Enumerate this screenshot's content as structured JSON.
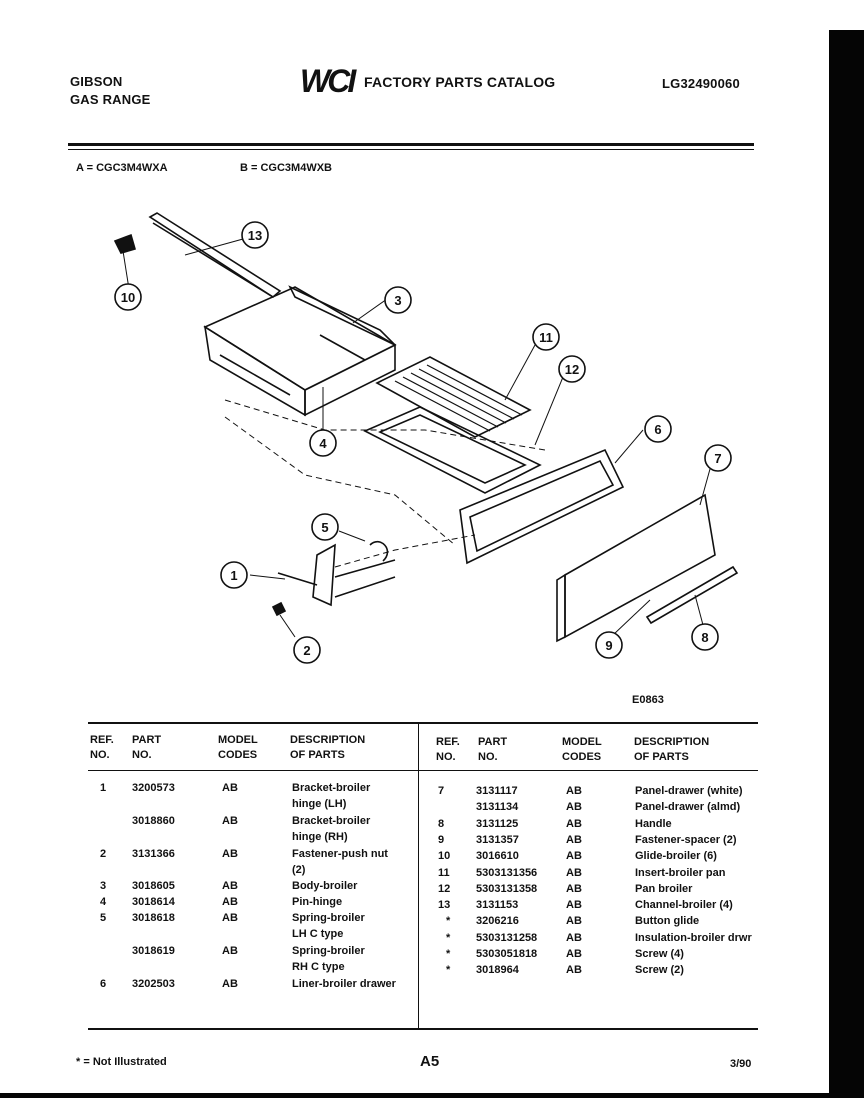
{
  "header": {
    "brand_line1": "GIBSON",
    "brand_line2": "GAS RANGE",
    "logo_text": "WCI",
    "catalog_title": "FACTORY PARTS CATALOG",
    "catalog_code": "LG32490060"
  },
  "models": {
    "a": "A = CGC3M4WXA",
    "b": "B = CGC3M4WXB"
  },
  "diagram": {
    "callouts": [
      "13",
      "10",
      "3",
      "11",
      "12",
      "4",
      "6",
      "7",
      "5",
      "1",
      "2",
      "9",
      "8"
    ],
    "code": "E0863"
  },
  "table": {
    "headers": {
      "ref_line1": "REF.",
      "ref_line2": "NO.",
      "part_line1": "PART",
      "part_line2": "NO.",
      "model_line1": "MODEL",
      "model_line2": "CODES",
      "desc_line1": "DESCRIPTION",
      "desc_line2": "OF PARTS"
    },
    "left_rows": [
      {
        "ref": "1",
        "part": "3200573",
        "codes": "AB",
        "desc": "Bracket-broiler"
      },
      {
        "ref": "",
        "part": "",
        "codes": "",
        "desc": "hinge (LH)"
      },
      {
        "ref": "",
        "part": "3018860",
        "codes": "AB",
        "desc": "Bracket-broiler"
      },
      {
        "ref": "",
        "part": "",
        "codes": "",
        "desc": "hinge (RH)"
      },
      {
        "ref": "2",
        "part": "3131366",
        "codes": "AB",
        "desc": "Fastener-push nut"
      },
      {
        "ref": "",
        "part": "",
        "codes": "",
        "desc": "(2)"
      },
      {
        "ref": "3",
        "part": "3018605",
        "codes": "AB",
        "desc": "Body-broiler"
      },
      {
        "ref": "4",
        "part": "3018614",
        "codes": "AB",
        "desc": "Pin-hinge"
      },
      {
        "ref": "5",
        "part": "3018618",
        "codes": "AB",
        "desc": "Spring-broiler"
      },
      {
        "ref": "",
        "part": "",
        "codes": "",
        "desc": "LH C type"
      },
      {
        "ref": "",
        "part": "3018619",
        "codes": "AB",
        "desc": "Spring-broiler"
      },
      {
        "ref": "",
        "part": "",
        "codes": "",
        "desc": "RH C type"
      },
      {
        "ref": "6",
        "part": "3202503",
        "codes": "AB",
        "desc": "Liner-broiler drawer"
      }
    ],
    "right_rows": [
      {
        "ref": "7",
        "part": "3131117",
        "codes": "AB",
        "desc": "Panel-drawer (white)"
      },
      {
        "ref": "",
        "part": "3131134",
        "codes": "AB",
        "desc": "Panel-drawer (almd)"
      },
      {
        "ref": "8",
        "part": "3131125",
        "codes": "AB",
        "desc": "Handle"
      },
      {
        "ref": "9",
        "part": "3131357",
        "codes": "AB",
        "desc": "Fastener-spacer (2)"
      },
      {
        "ref": "10",
        "part": "3016610",
        "codes": "AB",
        "desc": "Glide-broiler (6)"
      },
      {
        "ref": "11",
        "part": "5303131356",
        "codes": "AB",
        "desc": "Insert-broiler pan"
      },
      {
        "ref": "12",
        "part": "5303131358",
        "codes": "AB",
        "desc": "Pan broiler"
      },
      {
        "ref": "13",
        "part": "3131153",
        "codes": "AB",
        "desc": "Channel-broiler (4)"
      },
      {
        "ref": "*",
        "part": "3206216",
        "codes": "AB",
        "desc": "Button glide"
      },
      {
        "ref": "*",
        "part": "5303131258",
        "codes": "AB",
        "desc": "Insulation-broiler drwr"
      },
      {
        "ref": "*",
        "part": "5303051818",
        "codes": "AB",
        "desc": "Screw (4)"
      },
      {
        "ref": "*",
        "part": "3018964",
        "codes": "AB",
        "desc": "Screw (2)"
      }
    ]
  },
  "footer": {
    "note": "* = Not Illustrated",
    "page": "A5",
    "date": "3/90"
  }
}
